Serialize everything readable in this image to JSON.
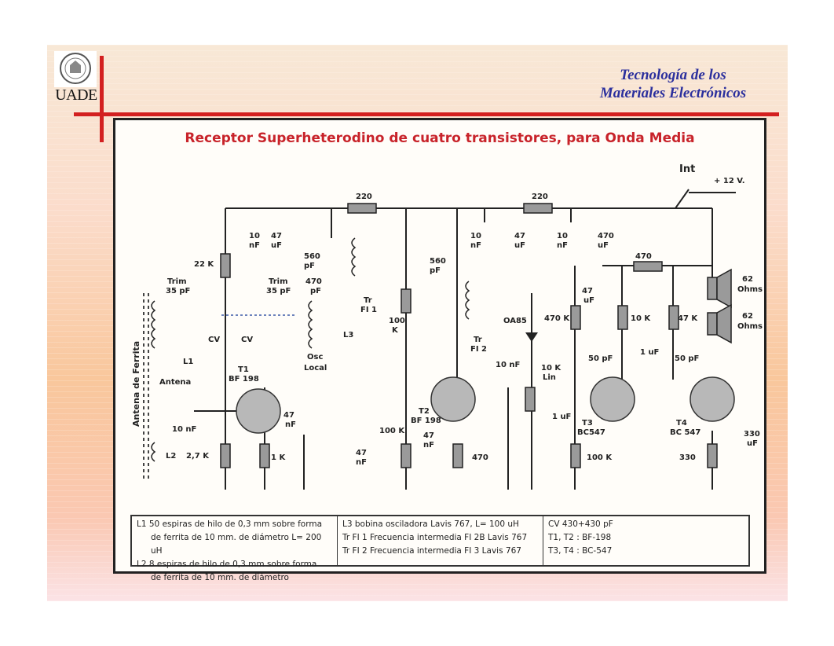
{
  "header": {
    "logo_text": "UADE",
    "course_line1": "Tecnología de los",
    "course_line2": "Materiales Electrónicos"
  },
  "diagram": {
    "title": "Receptor Superheterodino de cuatro transistores, para Onda Media",
    "labels": {
      "int": "Int",
      "supply": "+ 12 V.",
      "r220a": "220",
      "r220b": "220",
      "c10nf_a": "10",
      "c10nf_a2": "nF",
      "c47uf_a": "47",
      "c47uf_a2": "uF",
      "c10nf_b": "10",
      "c10nf_b2": "nF",
      "c47uf_b": "47",
      "c47uf_b2": "uF",
      "c10nf_c": "10",
      "c10nf_c2": "nF",
      "c470uf": "470",
      "c470uf2": "uF",
      "r22k": "22 K",
      "c560pf_a": "560",
      "c560pf_a2": "pF",
      "trim1": "Trim",
      "trim1b": "35 pF",
      "trim2": "Trim",
      "trim2b": "35 pF",
      "c470pf": "470",
      "c470pf2": "pF",
      "cv1": "CV",
      "cv2": "CV",
      "l1": "L1",
      "l3": "L3",
      "antena": "Antena",
      "osc": "Osc",
      "local": "Local",
      "trfi1": "Tr",
      "trfi1b": "FI 1",
      "r100k_a": "100",
      "r100k_a2": "K",
      "c560pf_b": "560",
      "c560pf_b2": "pF",
      "trfi2": "Tr",
      "trfi2b": "FI 2",
      "oa85": "OA85",
      "r470": "470",
      "c47uf_c": "47",
      "c47uf_c2": "uF",
      "r470k": "470 K",
      "r10k": "10 K",
      "r47k": "47 K",
      "spk1": "62",
      "spk1b": "Ohms",
      "spk2": "62",
      "spk2b": "Ohms",
      "c50pf_a": "50 pF",
      "c1uf_a": "1 uF",
      "c50pf_b": "50 pF",
      "c10nf_d": "10 nF",
      "pot": "10 K",
      "pot2": "Lin",
      "c1uf_b": "1 uF",
      "t1": "T1",
      "t1b": "BF 198",
      "c10nf_e": "10 nF",
      "c47nf_a": "47",
      "c47nf_a2": "nF",
      "t2": "T2",
      "t2b": "BF 198",
      "t3": "T3",
      "t3b": "BC547",
      "t4": "T4",
      "t4b": "BC 547",
      "l2": "L2",
      "r27k": "2,7 K",
      "r1k": "1 K",
      "r100k_b": "100 K",
      "c47nf_b": "47",
      "c47nf_b2": "nF",
      "c47nf_c": "47",
      "c47nf_c2": "nF",
      "r470b": "470",
      "r100k_c": "100 K",
      "c330uf": "330",
      "c330uf2": "uF",
      "r330": "330",
      "ferrite": "Antena de Ferrita"
    }
  },
  "parts_table": {
    "col1": [
      "L1 50 espiras de hilo de 0,3 mm sobre forma",
      "de ferrita de 10 mm. de diámetro L= 200 uH",
      "L2 8 espiras de hilo de 0,3 mm sobre forma",
      "de ferrita de 10 mm. de diámetro"
    ],
    "col2": [
      "L3 bobina osciladora Lavis 767, L= 100 uH",
      "Tr FI 1 Frecuencia intermedia FI 2B Lavis 767",
      "Tr FI 2 Frecuencia intermedia FI 3 Lavis 767"
    ],
    "col3": [
      "CV 430+430 pF",
      "T1, T2 : BF-198",
      "T3, T4 : BC-547"
    ]
  },
  "colors": {
    "accent_red": "#d32020",
    "title_blue": "#2b2f9d",
    "diagram_title_red": "#c8232a",
    "component_gray": "#9a9a9a"
  }
}
